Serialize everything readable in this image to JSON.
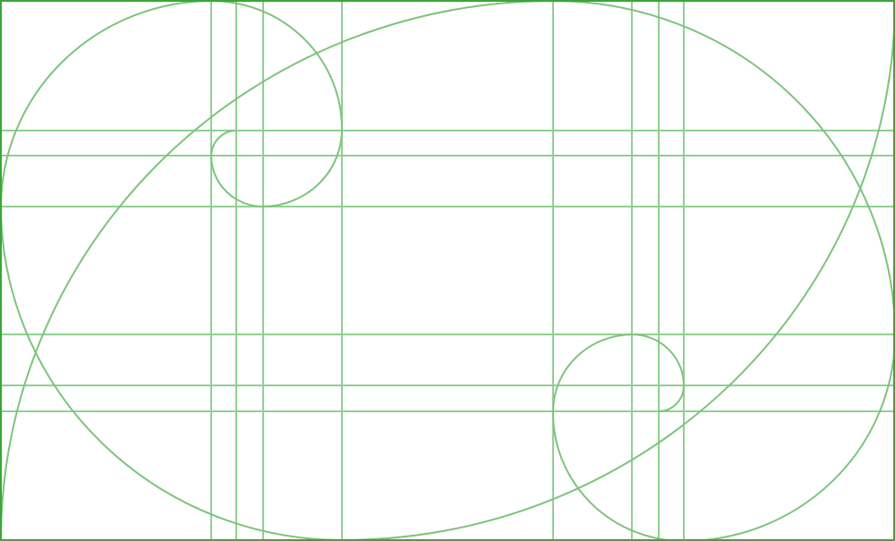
{
  "diagram": {
    "type": "golden-ratio-grid",
    "description_visible_text": "",
    "colors": {
      "background": "#ffffff",
      "frame": "#3aa63a",
      "grid_lines": "#8fd08f",
      "curves": "#7cc47c"
    },
    "elements": {
      "frame": "rectangle-frame",
      "vertical_guides": 8,
      "horizontal_guides": 6,
      "spirals": 2
    }
  }
}
